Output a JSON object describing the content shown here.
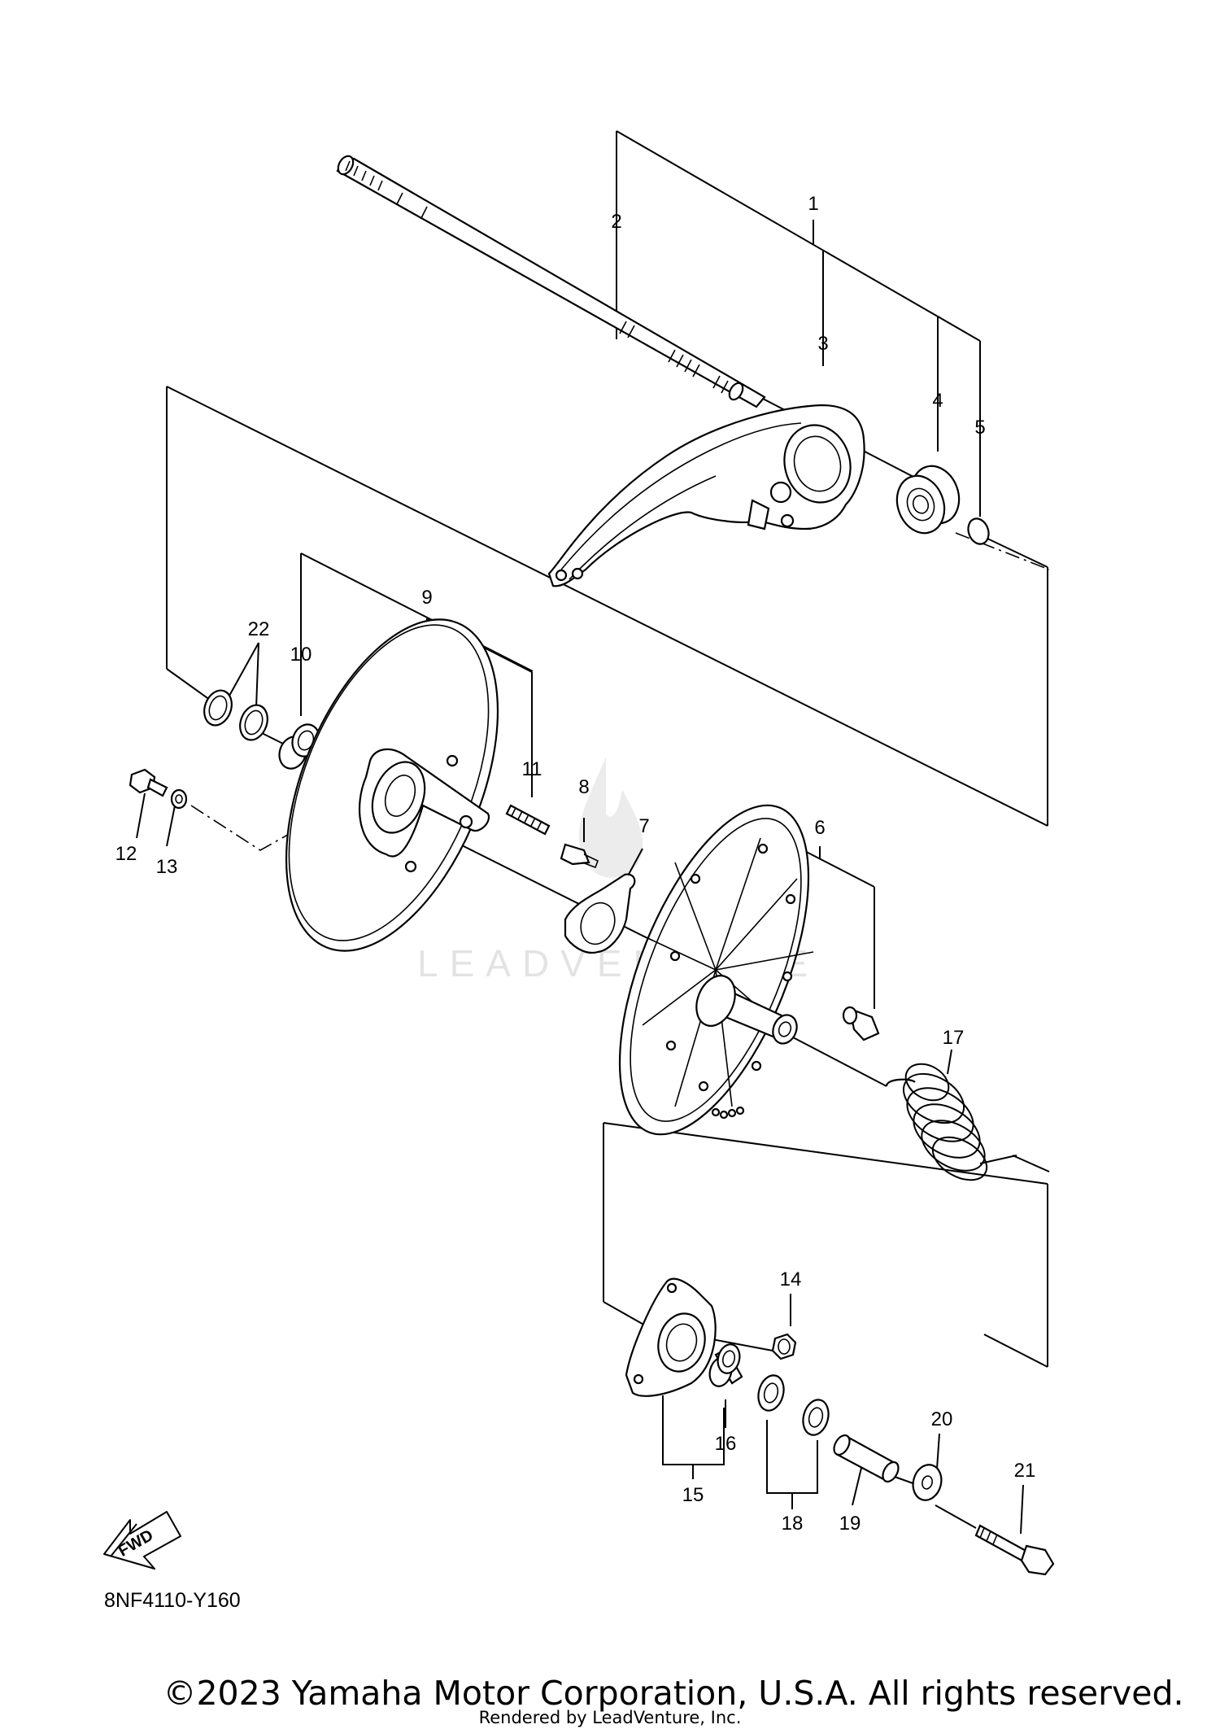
{
  "diagram": {
    "callouts": [
      {
        "id": "c1",
        "label": "1"
      },
      {
        "id": "c2",
        "label": "2"
      },
      {
        "id": "c3",
        "label": "3"
      },
      {
        "id": "c4",
        "label": "4"
      },
      {
        "id": "c5",
        "label": "5"
      },
      {
        "id": "c6",
        "label": "6"
      },
      {
        "id": "c7",
        "label": "7"
      },
      {
        "id": "c8",
        "label": "8"
      },
      {
        "id": "c9",
        "label": "9"
      },
      {
        "id": "c10",
        "label": "10"
      },
      {
        "id": "c11",
        "label": "11"
      },
      {
        "id": "c12",
        "label": "12"
      },
      {
        "id": "c13",
        "label": "13"
      },
      {
        "id": "c14",
        "label": "14"
      },
      {
        "id": "c15",
        "label": "15"
      },
      {
        "id": "c16",
        "label": "16"
      },
      {
        "id": "c17",
        "label": "17"
      },
      {
        "id": "c18",
        "label": "18"
      },
      {
        "id": "c19",
        "label": "19"
      },
      {
        "id": "c20",
        "label": "20"
      },
      {
        "id": "c21",
        "label": "21"
      },
      {
        "id": "c22",
        "label": "22"
      }
    ],
    "fwd_label": "FWD",
    "diagram_code": "8NF4110-Y160",
    "watermark": "LEADVENTURE"
  },
  "footer": {
    "copyright": "©2023 Yamaha Motor Corporation, U.S.A. All rights reserved.",
    "rendered_by": "Rendered by LeadVenture, Inc."
  }
}
